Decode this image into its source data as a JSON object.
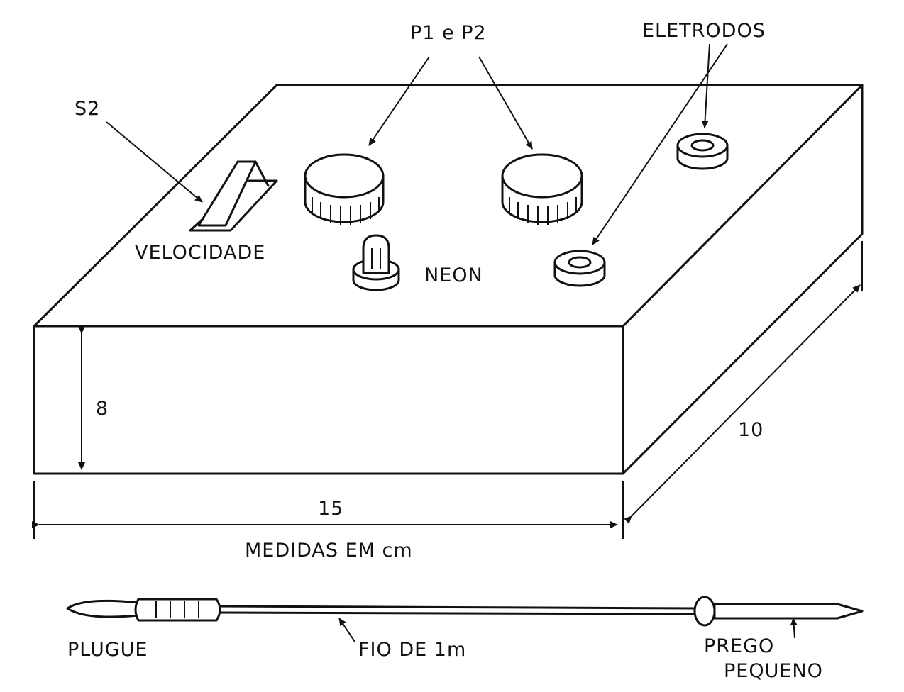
{
  "labels": {
    "p1p2": "P1 e P2",
    "eletrodos": "ELETRODOS",
    "s2": "S2",
    "velocidade": "VELOCIDADE",
    "neon": "NEON",
    "height": "8",
    "depth": "10",
    "width": "15",
    "medidas": "MEDIDAS EM cm",
    "plugue": "PLUGUE",
    "fio": "FIO DE 1m",
    "prego": "PREGO",
    "pequeno": "PEQUENO"
  }
}
